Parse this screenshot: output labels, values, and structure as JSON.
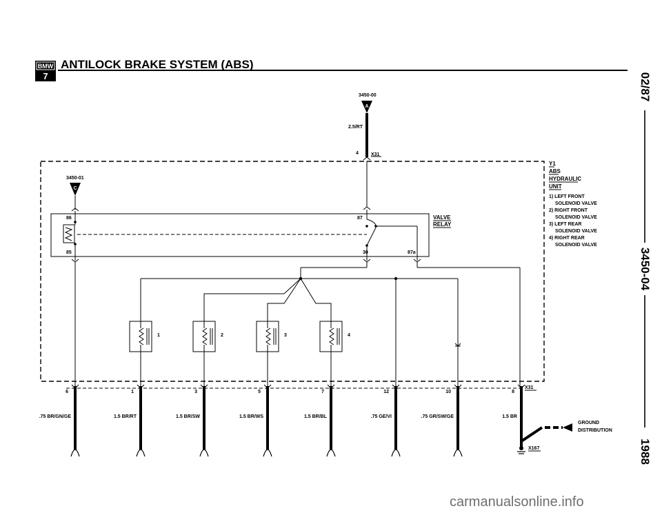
{
  "header": {
    "logo_top": "BMW",
    "logo_bottom": "7",
    "title": "ANTILOCK BRAKE SYSTEM (ABS)"
  },
  "side_text": {
    "date": "02/87",
    "page": "3450-04",
    "year": "1988"
  },
  "refs": {
    "top_ref": "3450-00",
    "top_letter": "A",
    "top_wire": "2.5/RT",
    "top_pin": "4",
    "top_conn": "X31",
    "left_ref": "3450-01",
    "left_letter": "C"
  },
  "unit_label": {
    "line1": "Y1",
    "line2": "ABS",
    "line3": "HYDRAULIC",
    "line4": "UNIT",
    "items": [
      "1) LEFT FRONT",
      "SOLENOID VALVE",
      "2) RIGHT FRONT",
      "SOLENOID VALVE",
      "3) LEFT REAR",
      "SOLENOID VALVE",
      "4) RIGHT REAR",
      "SOLENOID VALVE"
    ]
  },
  "relay": {
    "label1": "VALVE",
    "label2": "RELAY",
    "pin_86": "86",
    "pin_85": "85",
    "pin_87": "87",
    "pin_30": "30",
    "pin_87a": "87a"
  },
  "valves": [
    "1",
    "2",
    "3",
    "4"
  ],
  "bottom": {
    "pins": [
      "6",
      "1",
      "3",
      "5",
      "7",
      "12",
      "10",
      "8"
    ],
    "wires": [
      ".75 BR/GN/GE",
      "1.5 BR/RT",
      "1.5 BR/SW",
      "1.5 BR/WS",
      "1.5 BR/BL",
      ".75 GE/VI",
      ".75 GR/SW/GE",
      "1.5 BR"
    ],
    "conn": "X31",
    "ground_label1": "GROUND",
    "ground_label2": "DISTRIBUTION",
    "ground_conn": "X167"
  },
  "watermark": "carmanualsonline.info"
}
